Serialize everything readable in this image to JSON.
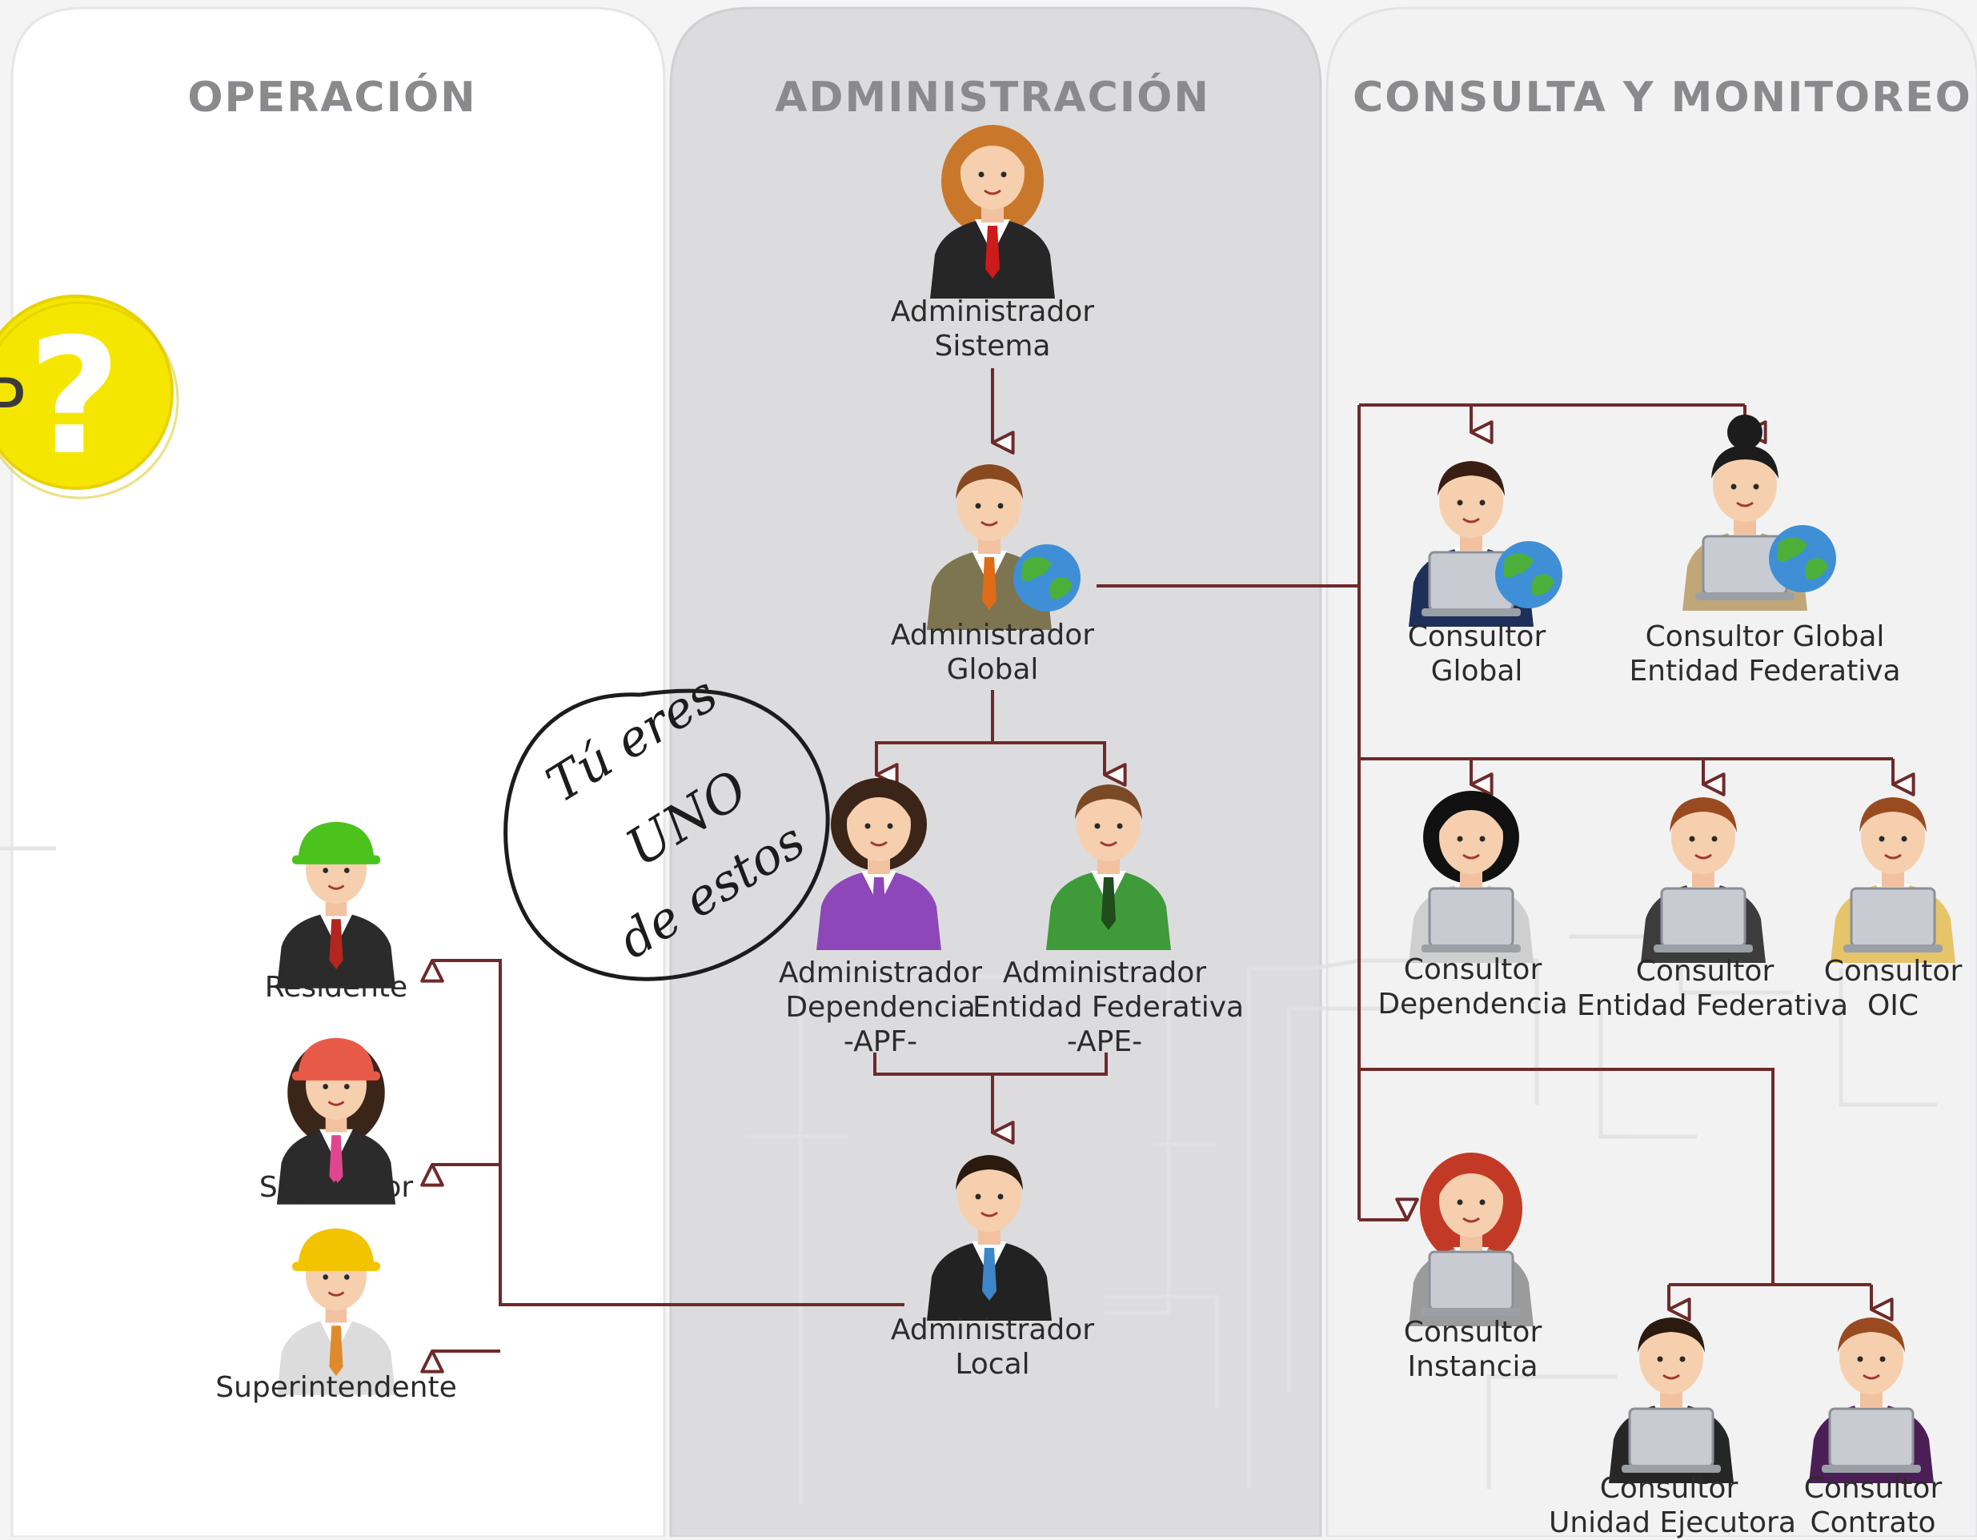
{
  "columns": {
    "operacion": "OPERACIÓN",
    "administracion": "ADMINISTRACIÓN",
    "consulta": "CONSULTA Y MONITOREO"
  },
  "roles": {
    "admin_sistema": [
      "Administrador",
      "Sistema"
    ],
    "admin_global": [
      "Administrador",
      "Global"
    ],
    "admin_dependencia": [
      "Administrador",
      "Dependencia",
      "-APF-"
    ],
    "admin_entidad": [
      "Administrador",
      "Entidad Federativa",
      "-APE-"
    ],
    "admin_local": [
      "Administrador",
      "Local"
    ],
    "residente": [
      "Residente"
    ],
    "supervisor": [
      "Supervisor"
    ],
    "superintendente": [
      "Superintendente"
    ],
    "consultor_global": [
      "Consultor",
      "Global"
    ],
    "consultor_global_entidad": [
      "Consultor Global",
      "Entidad Federativa"
    ],
    "consultor_dependencia": [
      "Consultor",
      "Dependencia"
    ],
    "consultor_entidad": [
      "Consultor",
      "Entidad Federativa"
    ],
    "consultor_oic": [
      "Consultor",
      "OIC"
    ],
    "consultor_instancia": [
      "Consultor",
      "Instancia"
    ],
    "consultor_unidad": [
      "Consultor",
      "Unidad Ejecutora"
    ],
    "consultor_contrato": [
      "Consultor",
      "Contrato"
    ]
  },
  "callout": {
    "line1": "Tú eres",
    "line2": "UNO",
    "line3": "de estos"
  },
  "badge": {
    "prefix": "P",
    "mark": "?"
  },
  "colors": {
    "connector": "#6e2a2a",
    "badge": "#f5e600",
    "admin_panel": "#dcdcde"
  }
}
